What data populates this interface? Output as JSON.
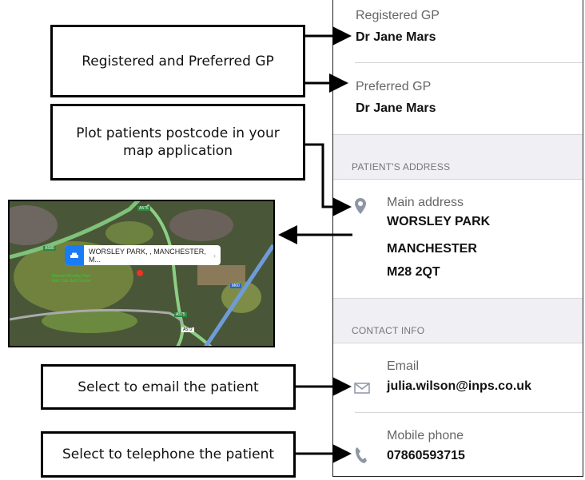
{
  "callouts": {
    "gp": "Registered and Preferred GP",
    "map": "Plot patients postcode in your map application",
    "email": "Select to email the patient",
    "phone": "Select to telephone the patient"
  },
  "patient": {
    "registered_gp_label": "Registered GP",
    "registered_gp": "Dr Jane Mars",
    "preferred_gp_label": "Preferred GP",
    "preferred_gp": "Dr Jane Mars",
    "address_section": "PATIENT'S ADDRESS",
    "address_label": "Main address",
    "address_line1": "WORSLEY PARK",
    "address_line2": "MANCHESTER",
    "postcode": "M28 2QT",
    "contact_section": "CONTACT INFO",
    "email_label": "Email",
    "email": "julia.wilson@inps.co.uk",
    "mobile_label": "Mobile phone",
    "mobile": "07860593715"
  },
  "map": {
    "popup_text": "WORSLEY PARK, , MANCHESTER, M...",
    "road_labels": [
      "A575",
      "A580",
      "M60",
      "A572",
      "A575"
    ],
    "place_label": "Marriott Worsley Park Golf Club Golf Course",
    "accent": "#1a7cf5"
  }
}
